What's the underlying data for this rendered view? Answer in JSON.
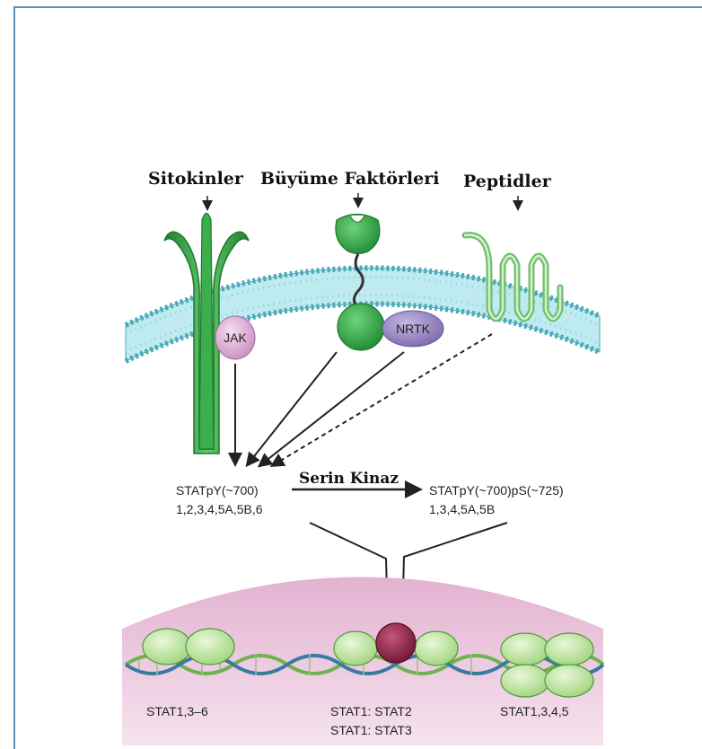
{
  "colors": {
    "frame_border": "#5f8fb8",
    "membrane_blue": "#7fd3dd",
    "membrane_dark": "#4aa9b6",
    "receptor_green": "#3cae4b",
    "receptor_dark": "#1d7a2c",
    "peptide_green": "#8ed08a",
    "jak_pink": "#e7b6df",
    "nrtk_purple": "#9e8cc7",
    "nucleus_pink": "#e6b8d6",
    "stat_green": "#bfe8a0",
    "stat_dark": "#4f9a3a",
    "dna_green": "#6fb24e",
    "dna_blue": "#3a7aa0",
    "stat_dimer_maroon": "#8b2544"
  },
  "ligands": {
    "cytokines": "Sitokinler",
    "growth_factors": "Büyüme Faktörleri",
    "peptides": "Peptidler"
  },
  "kinases": {
    "jak": "JAK",
    "nrtk": "NRTK"
  },
  "stat_tyrosine": {
    "line1": "STATpY(~700)",
    "line2": "1,2,3,4,5A,5B,6"
  },
  "serine_kinase": "Serin Kinaz",
  "stat_serine": {
    "line1": "STATpY(~700)pS(~725)",
    "line2": "1,3,4,5A,5B"
  },
  "nucleus": {
    "left_label": "STAT1,3–6",
    "center_label_1": "STAT1: STAT2",
    "center_label_2": "STAT1: STAT3",
    "right_label": "STAT1,3,4,5"
  }
}
